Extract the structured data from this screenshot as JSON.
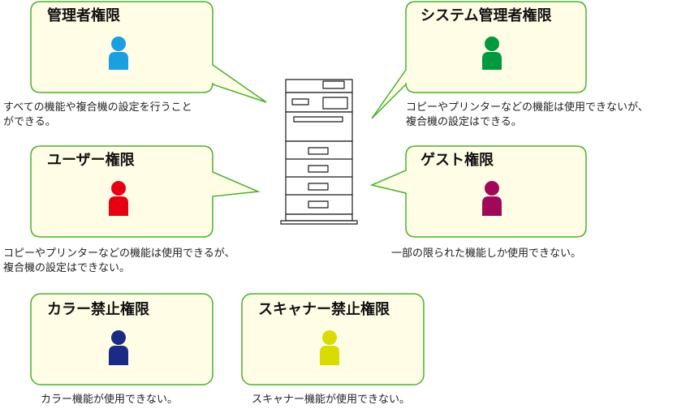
{
  "colors": {
    "bubble_fill": "#fffde6",
    "bubble_stroke": "#4cb030",
    "printer_stroke": "#1a1a1a"
  },
  "roles": [
    {
      "id": "admin",
      "title": "管理者権限",
      "icon": "person-icon",
      "person_color": "#1a9fe0",
      "desc": [
        "すべての機能や複合機の設定を行うこと",
        "ができる。"
      ]
    },
    {
      "id": "system-admin",
      "title": "システム管理者権限",
      "icon": "person-icon",
      "person_color": "#009a3e",
      "desc": [
        "コピーやプリンターなどの機能は使用できないが、",
        "複合機の設定はできる。"
      ]
    },
    {
      "id": "user",
      "title": "ユーザー権限",
      "icon": "person-icon",
      "person_color": "#e60012",
      "desc": [
        "コピーやプリンターなどの機能は使用できるが、",
        "複合機の設定はできない。"
      ]
    },
    {
      "id": "guest",
      "title": "ゲスト権限",
      "icon": "person-icon",
      "person_color": "#a0085a",
      "desc": [
        "一部の限られた機能しか使用できない。"
      ]
    },
    {
      "id": "color-prohibited",
      "title": "カラー禁止権限",
      "icon": "person-icon",
      "person_color": "#1b2a84",
      "desc": [
        "カラー機能が使用できない。"
      ]
    },
    {
      "id": "scanner-prohibited",
      "title": "スキャナー禁止権限",
      "icon": "person-icon",
      "person_color": "#d9dc00",
      "desc": [
        "スキャナー機能が使用できない。"
      ]
    }
  ],
  "center_device": {
    "icon": "multifunction-printer-icon"
  }
}
